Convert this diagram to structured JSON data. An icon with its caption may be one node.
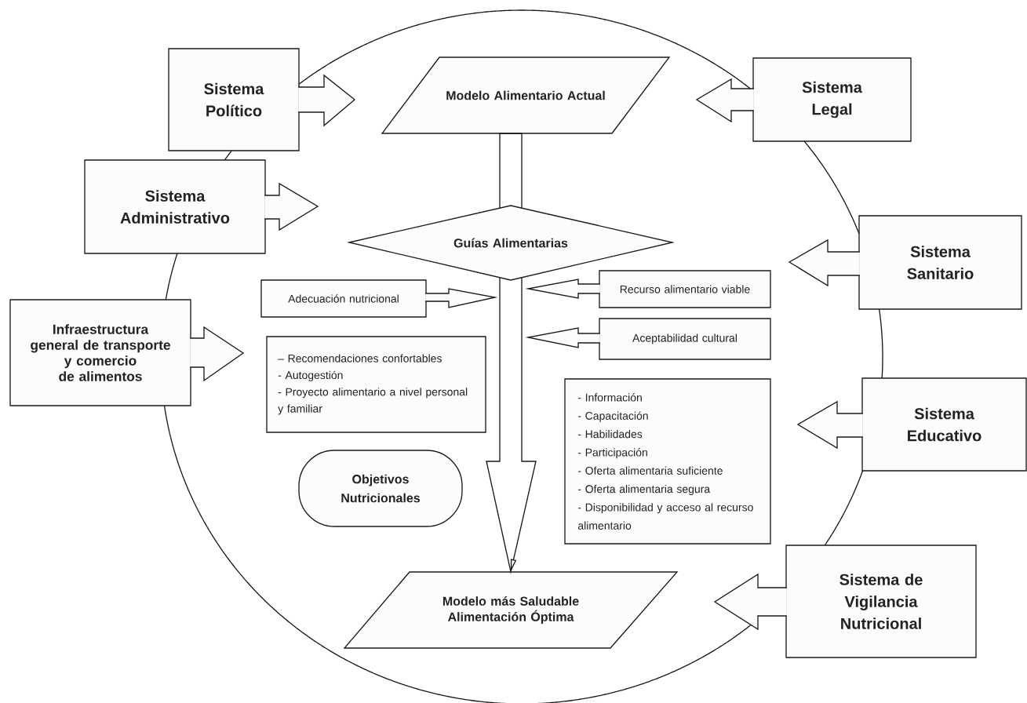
{
  "diagram": {
    "nodes": [
      {
        "text": [
          "Sistema Político"
        ]
      },
      {
        "text": [
          "Modelo Alimentario Actual"
        ]
      },
      {
        "text": [
          "Sistema Legal"
        ]
      },
      {
        "text": [
          "Sistema Administrativo"
        ]
      },
      {
        "text": [
          "Guías Alimentarias"
        ]
      },
      {
        "text": [
          "Sistema Sanitario"
        ]
      },
      {
        "text": [
          "Adecuación nutricional"
        ]
      },
      {
        "text": [
          "Recurso alimentario viable"
        ]
      },
      {
        "text": [
          "Infraestructura general de transporte y comercio de alimentos"
        ]
      },
      {
        "text": [
          "Aceptabilidad cultural"
        ]
      },
      {
        "text": [
          "– Recomendaciones confortables",
          "- Autogestión",
          "- Proyecto alimentario a nivel personal y familiar"
        ]
      },
      {
        "text": [
          "- Información",
          "- Capacitación",
          "- Habilidades",
          "- Participación",
          "- Oferta alimentaria suficiente",
          "- Oferta alimentaria segura",
          "- Disponibilidad y acceso al recurso alimentario"
        ]
      },
      {
        "text": [
          "Sistema Educativo"
        ]
      },
      {
        "text": [
          "Objetivos Nutricionales"
        ]
      },
      {
        "text": [
          "Modelo más Saludable",
          "Alimentación Óptima"
        ]
      },
      {
        "text": [
          "Sistema de Vigilancia Nutricional"
        ]
      }
    ],
    "edges": [
      {
        "from": 1,
        "to": 4,
        "arrow": "none"
      },
      {
        "from": 4,
        "to": 14,
        "arrow": "to"
      },
      {
        "from": 0,
        "to": null,
        "arrow": "to"
      },
      {
        "from": 3,
        "to": null,
        "arrow": "to"
      },
      {
        "from": 8,
        "to": null,
        "arrow": "to"
      },
      {
        "from": 6,
        "to": null,
        "arrow": "to"
      },
      {
        "from": 7,
        "to": null,
        "arrow": "to"
      },
      {
        "from": 9,
        "to": null,
        "arrow": "to"
      },
      {
        "from": 2,
        "to": null,
        "arrow": "to"
      },
      {
        "from": 5,
        "to": null,
        "arrow": "to"
      },
      {
        "from": 12,
        "to": null,
        "arrow": "to"
      },
      {
        "from": 15,
        "to": null,
        "arrow": "to"
      },
      {
        "from": 0,
        "to": 2,
        "arrow": "none"
      },
      {
        "from": 2,
        "to": 5,
        "arrow": "none"
      },
      {
        "from": 5,
        "to": 12,
        "arrow": "none"
      },
      {
        "from": 12,
        "to": 15,
        "arrow": "none"
      },
      {
        "from": 15,
        "to": 8,
        "arrow": "none"
      },
      {
        "from": 8,
        "to": 3,
        "arrow": "none"
      },
      {
        "from": 3,
        "to": 0,
        "arrow": "none"
      }
    ]
  }
}
